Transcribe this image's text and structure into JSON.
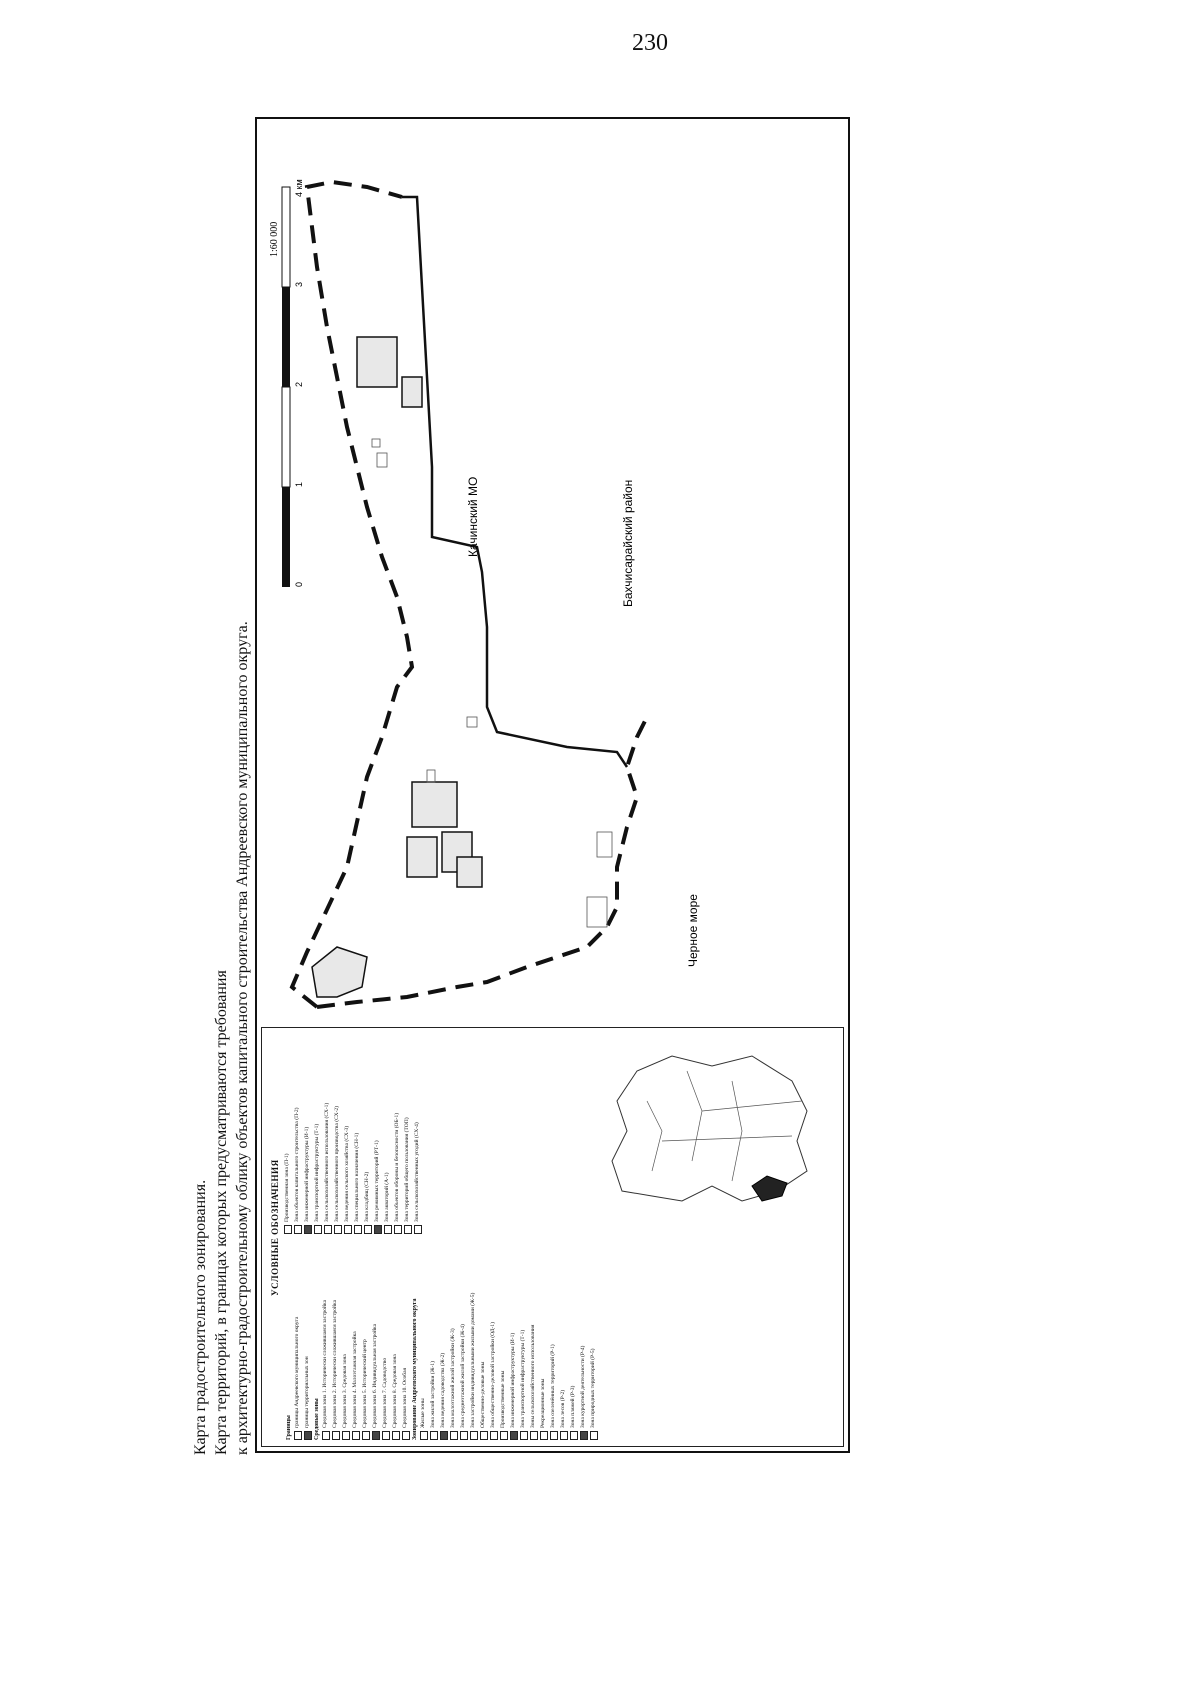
{
  "page_number": "230",
  "caption": [
    "Карта градостроительного зонирования.",
    "Карта территорий, в границах которых предусматриваются требования",
    "к архитектурно-градостроительному облику объектов капитального строительства Андреевского муниципального округа."
  ],
  "map": {
    "labels": {
      "bakhchisaray": "Бахчисарайский район",
      "kachinsky": "Качинский МО",
      "black_sea": "Черное море"
    },
    "scale": {
      "ratio": "1:60 000",
      "ticks": [
        "0",
        "1",
        "2",
        "3",
        "4 км"
      ]
    },
    "colors": {
      "boundary": "#111111",
      "zone_fill": "#e8e8e8",
      "legend_dark": "#444444"
    }
  },
  "legend": {
    "title": "УСЛОВНЫЕ ОБОЗНАЧЕНИЯ",
    "left": [
      {
        "type": "head",
        "text": "Границы"
      },
      {
        "type": "item",
        "text": "границы Андреевского муниципального округа"
      },
      {
        "type": "item",
        "text": "границы территориальных зон"
      },
      {
        "type": "head",
        "text": "Средовые зоны"
      },
      {
        "type": "item",
        "text": "Средовая зона 1. Исторически сложившаяся застройка"
      },
      {
        "type": "item",
        "text": "Средовая зона 2. Исторически сложившаяся застройка"
      },
      {
        "type": "item",
        "text": "Средовая зона 3. Средовая зона"
      },
      {
        "type": "item",
        "text": "Средовая зона 4. Малоэтажная застройка"
      },
      {
        "type": "item",
        "text": "Средовая зона 5. Исторический центр"
      },
      {
        "type": "item",
        "text": "Средовая зона 6. Индивидуальная застройка"
      },
      {
        "type": "item",
        "text": "Средовая зона 7. Садоводство"
      },
      {
        "type": "item",
        "text": "Средовая зона 8. Средовая зона"
      },
      {
        "type": "item",
        "text": "Средовая зона 10. Особая"
      },
      {
        "type": "head",
        "text": "Зонирование Андреевского муниципального округа"
      },
      {
        "type": "item",
        "text": "Жилые зоны"
      },
      {
        "type": "item",
        "text": "Зона жилой застройки (Ж-1)"
      },
      {
        "type": "item",
        "text": "Зона ведения садоводства (Ж-2)"
      },
      {
        "type": "item",
        "text": "Зона малоэтажной жилой застройки (Ж-3)"
      },
      {
        "type": "item",
        "text": "Зона среднеэтажной жилой застройки (Ж-4)"
      },
      {
        "type": "item",
        "text": "Зона застройки индивидуальными жилыми домами (Ж-5)"
      },
      {
        "type": "item",
        "text": "Общественно-деловые зоны"
      },
      {
        "type": "item",
        "text": "Зона общественно-деловой застройки (ОД-1)"
      },
      {
        "type": "item",
        "text": "Производственные зоны"
      },
      {
        "type": "item",
        "text": "Зона инженерной инфраструктуры (И-1)"
      },
      {
        "type": "item",
        "text": "Зона транспортной инфраструктуры (Т-1)"
      },
      {
        "type": "item",
        "text": "Зоны сельскохозяйственного использования"
      },
      {
        "type": "item",
        "text": "Рекреационные зоны"
      },
      {
        "type": "item",
        "text": "Зона озеленённых территорий (Р-1)"
      },
      {
        "type": "item",
        "text": "Зона лесов (Р-2)"
      },
      {
        "type": "item",
        "text": "Зона пляжей (Р-3)"
      },
      {
        "type": "item",
        "text": "Зона курортной деятельности (Р-4)"
      },
      {
        "type": "item",
        "text": "Зона природных территорий (Р-5)"
      }
    ],
    "right": [
      {
        "type": "item",
        "text": "Производственная зона (П-1)"
      },
      {
        "type": "item",
        "text": "Зона объектов капитального строительства (П-2)"
      },
      {
        "type": "item",
        "text": "Зона инженерной инфраструктуры (И-1)"
      },
      {
        "type": "item",
        "text": "Зона транспортной инфраструктуры (Т-1)"
      },
      {
        "type": "item",
        "text": "Зона сельскохозяйственного использования (СХ-1)"
      },
      {
        "type": "item",
        "text": "Зона сельскохозяйственного производства (СХ-2)"
      },
      {
        "type": "item",
        "text": "Зона ведения сельского хозяйства (СХ-3)"
      },
      {
        "type": "item",
        "text": "Зона специального назначения (СН-1)"
      },
      {
        "type": "item",
        "text": "Зона кладбищ (СН-2)"
      },
      {
        "type": "item",
        "text": "Зона режимных территорий (РТ-1)"
      },
      {
        "type": "item",
        "text": "Зона акваторий (А-1)"
      },
      {
        "type": "item",
        "text": "Зона объектов обороны и безопасности (ОБ-1)"
      },
      {
        "type": "item",
        "text": "Зона территорий общего пользования (ТОП)"
      },
      {
        "type": "item",
        "text": "Зона сельскохозяйственных угодий (СХ-4)"
      }
    ]
  }
}
